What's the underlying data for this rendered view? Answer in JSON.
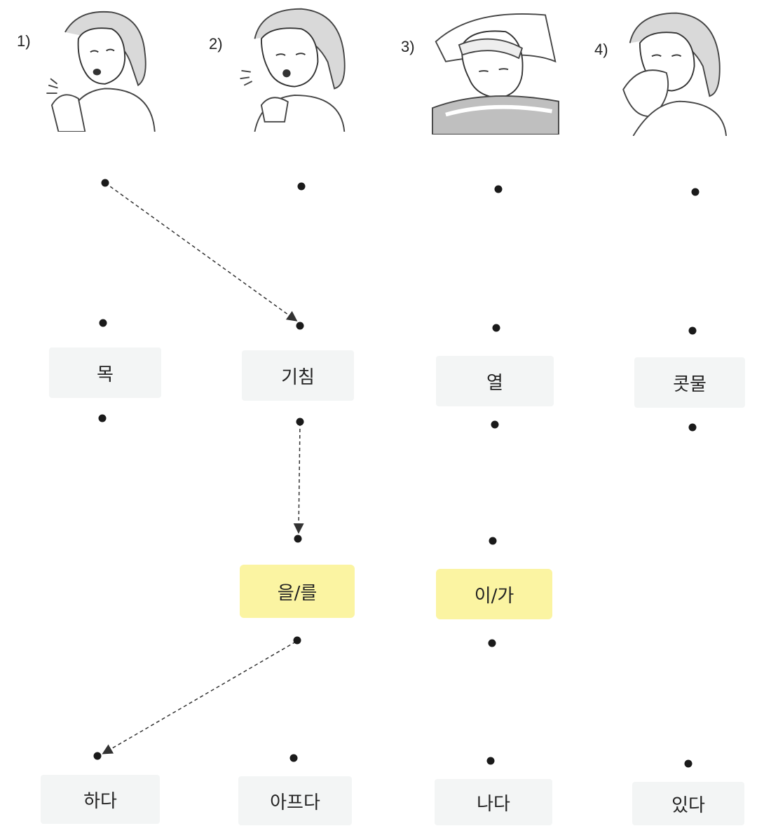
{
  "items": [
    {
      "number": "1)",
      "icon": "coughing-woman-icon"
    },
    {
      "number": "2)",
      "icon": "sore-throat-woman-icon"
    },
    {
      "number": "3)",
      "icon": "feverish-woman-in-bed-icon"
    },
    {
      "number": "4)",
      "icon": "runny-nose-woman-icon"
    }
  ],
  "nouns": [
    "목",
    "기침",
    "열",
    "콧물"
  ],
  "particles": [
    "을/를",
    "이/가"
  ],
  "verbs": [
    "하다",
    "아프다",
    "나다",
    "있다"
  ],
  "colors": {
    "particle_highlight": "#fbf4a2",
    "word_box": "#f3f5f5",
    "dot": "#1a1a1a",
    "dashed_line": "#333333"
  }
}
